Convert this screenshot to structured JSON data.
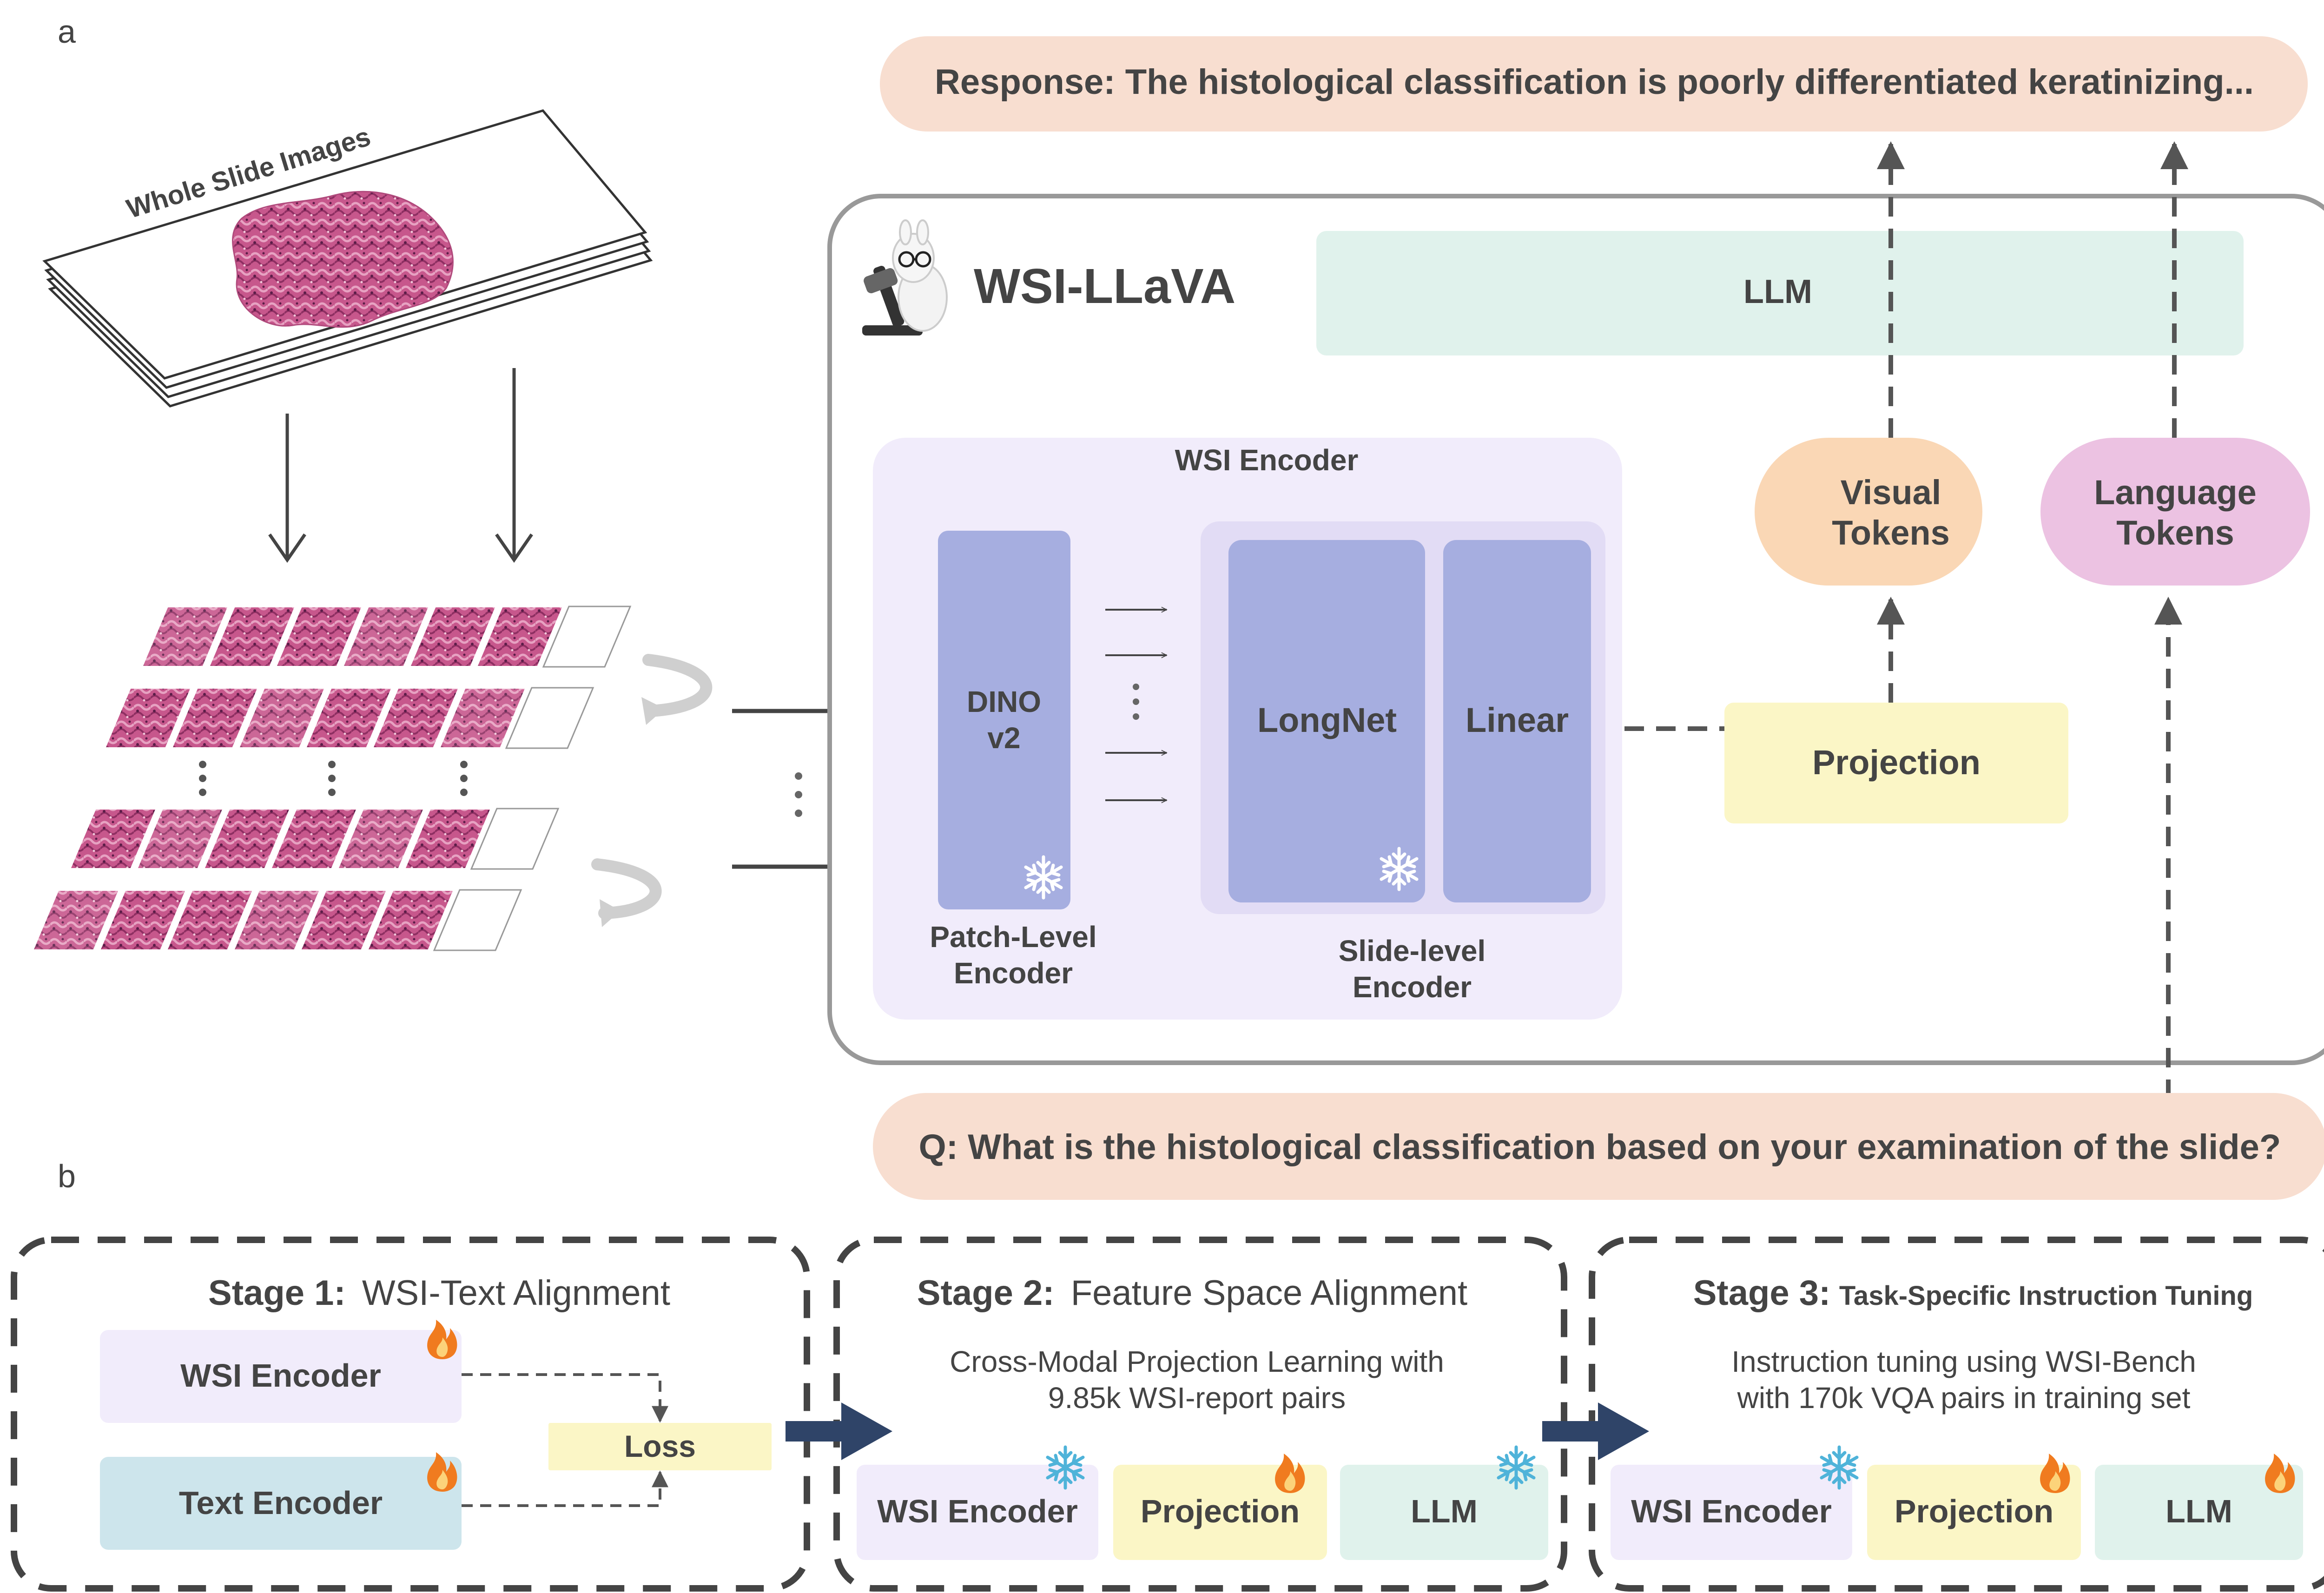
{
  "panel_a": {
    "label": "a",
    "wsi_label": "Whole Slide Images",
    "response": "Response: The histological classification is poorly differentiated keratinizing...",
    "question": "Q: What is the histological classification based on your examination of the slide?",
    "model_name": "WSI-LLaVA",
    "llm": "LLM",
    "wsi_encoder_title": "WSI Encoder",
    "dino": [
      "DINO",
      "v2"
    ],
    "patch_level_encoder": [
      "Patch-Level",
      "Encoder"
    ],
    "longnet": "LongNet",
    "linear": "Linear",
    "slide_level_encoder": [
      "Slide-level",
      "Encoder"
    ],
    "projection": "Projection",
    "visual_tokens": [
      "Visual",
      "Tokens"
    ],
    "language_tokens": [
      "Language",
      "Tokens"
    ]
  },
  "panel_b": {
    "label": "b",
    "stage1": {
      "prefix": "Stage 1:",
      "title": "WSI-Text Alignment",
      "wsi_encoder": "WSI Encoder",
      "text_encoder": "Text Encoder",
      "loss": "Loss"
    },
    "stage2": {
      "prefix": "Stage 2:",
      "title": "Feature Space Alignment",
      "description": [
        "Cross-Modal Projection Learning with",
        "9.85k WSI-report pairs"
      ],
      "wsi_encoder": "WSI Encoder",
      "projection": "Projection",
      "llm": "LLM"
    },
    "stage3": {
      "prefix": "Stage 3:",
      "title": "Task-Specific Instruction Tuning",
      "description": [
        "Instruction tuning using WSI-Bench",
        "with 170k VQA pairs in training set"
      ],
      "wsi_encoder": "WSI Encoder",
      "projection": "Projection",
      "llm": "LLM"
    }
  },
  "colors": {
    "response_bg": "#f8ded0",
    "llm_bg": "#e0f2ec",
    "encoder_bg": "#f1ecfb",
    "encoder_block": "#a6aee0",
    "projection_bg": "#fbf6c6",
    "visual_tokens_bg": "#fad7b5",
    "language_tokens_bg": "#ecc2e2",
    "text_encoder_bg": "#cde5ec",
    "stage_arrow": "#2f4468",
    "frozen_icon": "#4fb3d9",
    "trainable_icon": "#f07b1f",
    "tissue": "#c7578c"
  }
}
